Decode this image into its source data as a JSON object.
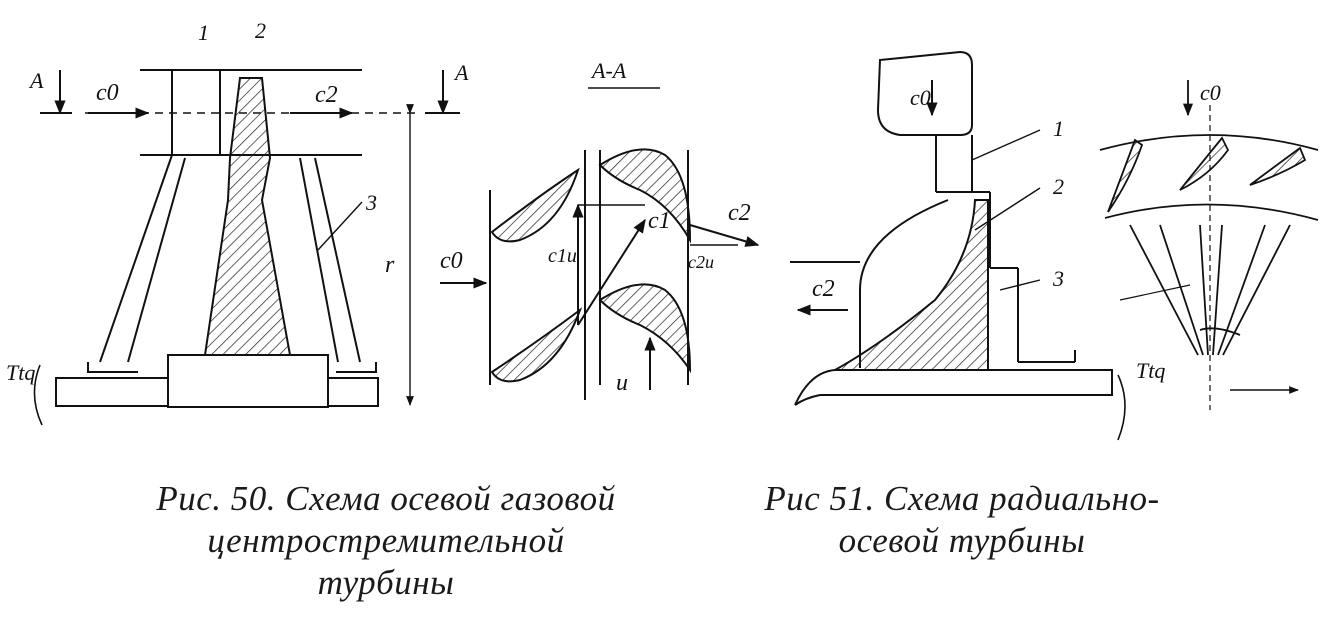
{
  "figure50": {
    "section_mark_left": "A",
    "section_mark_right": "A",
    "part_1": "1",
    "part_2": "2",
    "part_3": "3",
    "c0": "c0",
    "c2": "c2",
    "r": "r",
    "torque": "Ttq"
  },
  "section_AA": {
    "title": "A-A",
    "c0": "c0",
    "c1": "c1",
    "c1u": "c1u",
    "c2": "c2",
    "c2u": "c2u",
    "u": "u"
  },
  "figure51": {
    "c0_volute": "c0",
    "part_1": "1",
    "part_2": "2",
    "part_3": "3",
    "c2": "c2",
    "torque": "Ttq",
    "c0_wheel": "c0"
  },
  "captions": {
    "fig50_line1": "Рис. 50. Схема осевой газовой",
    "fig50_line2": "центростремительной",
    "fig50_line3": "турбины",
    "fig51_line1": "Рис 51. Схема радиально-",
    "fig51_line2": "осевой турбины"
  }
}
